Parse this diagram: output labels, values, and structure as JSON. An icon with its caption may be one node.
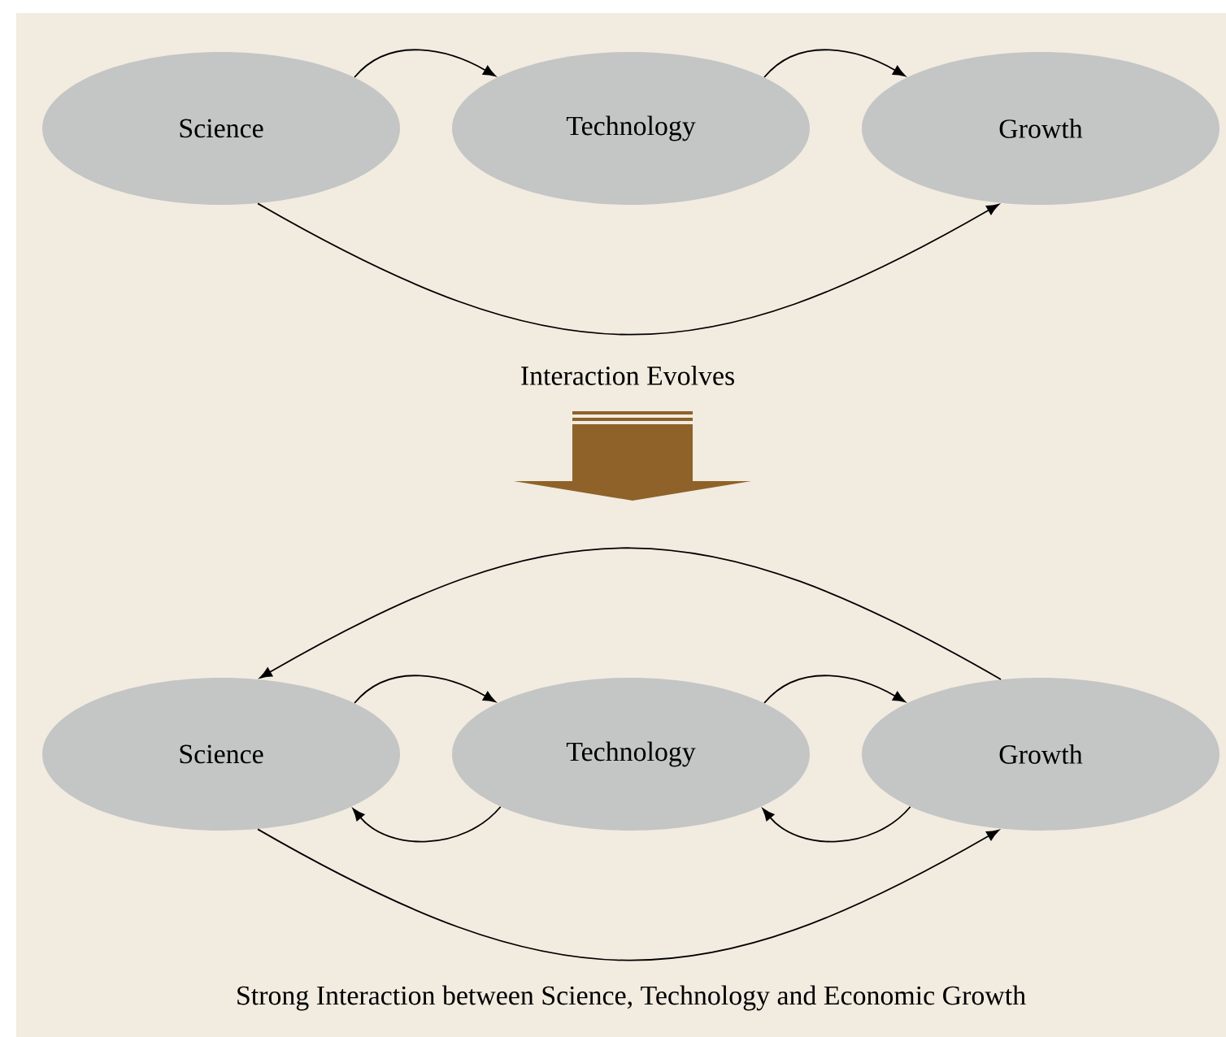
{
  "diagram": {
    "caption": "Strong Interaction between Science, Technology and Economic Growth",
    "nodes": [
      {
        "text": [
          "Science"
        ]
      },
      {
        "text": [
          "Technology"
        ]
      },
      {
        "text": [
          "Growth"
        ]
      },
      {
        "text": [
          "Science"
        ]
      },
      {
        "text": [
          "Technology"
        ]
      },
      {
        "text": [
          "Growth"
        ]
      }
    ],
    "edges": [
      {
        "from": 0,
        "to": 1,
        "arrow": "to"
      },
      {
        "from": 1,
        "to": 2,
        "arrow": "to"
      },
      {
        "from": 0,
        "to": 2,
        "arrow": "to"
      },
      {
        "from": 5,
        "to": 3,
        "arrow": "to"
      },
      {
        "from": 3,
        "to": 4,
        "arrow": "to"
      },
      {
        "from": 4,
        "to": 5,
        "arrow": "to"
      },
      {
        "from": 4,
        "to": 3,
        "arrow": "to"
      },
      {
        "from": 5,
        "to": 4,
        "arrow": "to"
      },
      {
        "from": 3,
        "to": 5,
        "arrow": "to"
      }
    ],
    "labels": [
      "Interaction Evolves"
    ]
  }
}
